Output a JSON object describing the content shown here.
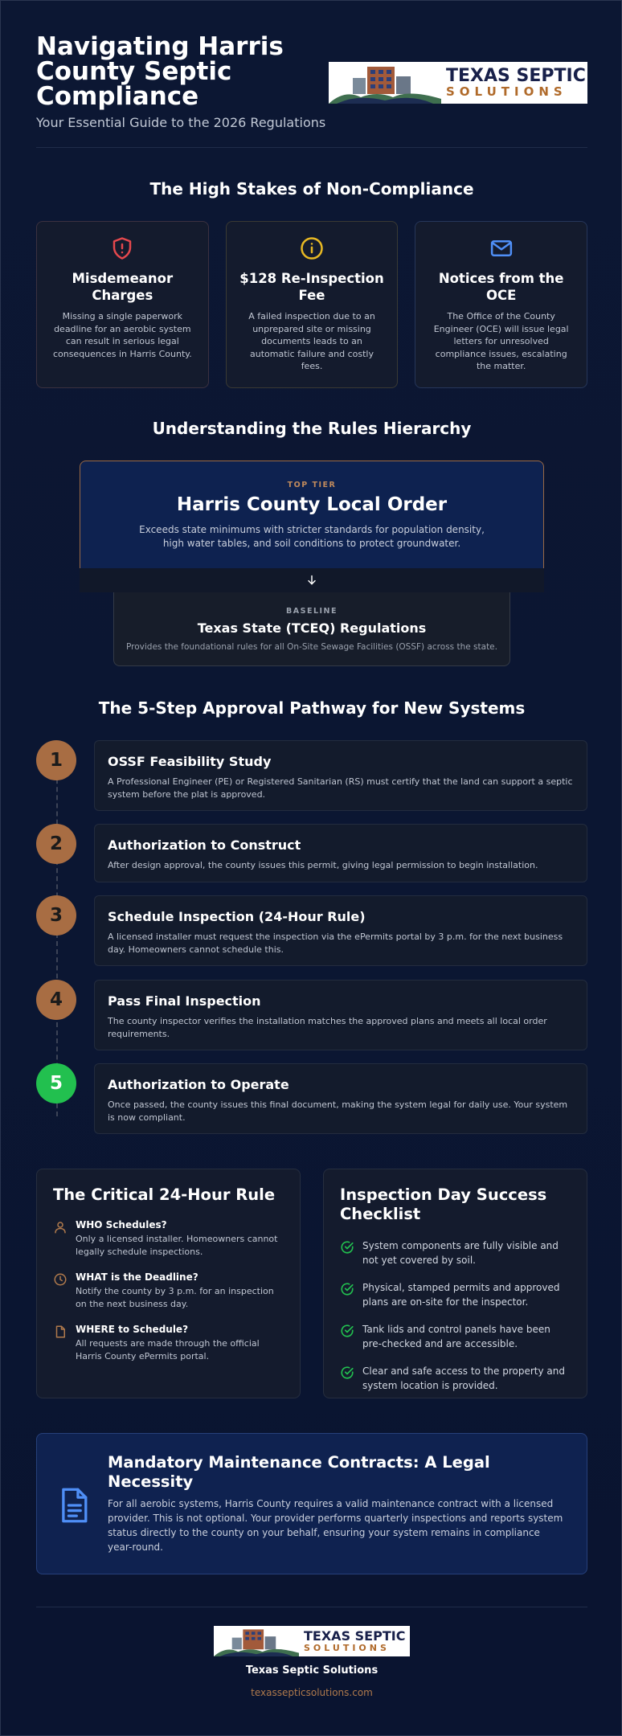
{
  "header": {
    "title": "Navigating Harris County Septic Compliance",
    "subtitle": "Your Essential Guide to the 2026 Regulations",
    "logo_line1": "TEXAS SEPTIC",
    "logo_line2": "SOLUTIONS"
  },
  "stakes": {
    "title": "The High Stakes of Non-Compliance",
    "cards": [
      {
        "icon": "alert-shield-icon",
        "heading": "Misdemeanor Charges",
        "text": "Missing a single paperwork deadline for an aerobic system can result in serious legal consequences in Harris County."
      },
      {
        "icon": "info-icon",
        "heading": "$128 Re-Inspection Fee",
        "text": "A failed inspection due to an unprepared site or missing documents leads to an automatic failure and costly fees."
      },
      {
        "icon": "mail-icon",
        "heading": "Notices from the OCE",
        "text": "The Office of the County Engineer (OCE) will issue legal letters for unresolved compliance issues, escalating the matter."
      }
    ]
  },
  "hierarchy": {
    "title": "Understanding the Rules Hierarchy",
    "top": {
      "label": "TOP TIER",
      "heading": "Harris County Local Order",
      "text": "Exceeds state minimums with stricter standards for population density, high water tables, and soil conditions to protect groundwater."
    },
    "base": {
      "label": "BASELINE",
      "heading": "Texas State (TCEQ) Regulations",
      "text": "Provides the foundational rules for all On-Site Sewage Facilities (OSSF) across the state."
    }
  },
  "steps": {
    "title": "The 5-Step Approval Pathway for New Systems",
    "items": [
      {
        "num": "1",
        "heading": "OSSF Feasibility Study",
        "text": "A Professional Engineer (PE) or Registered Sanitarian (RS) must certify that the land can support a septic system before the plat is approved."
      },
      {
        "num": "2",
        "heading": "Authorization to Construct",
        "text": "After design approval, the county issues this permit, giving legal permission to begin installation."
      },
      {
        "num": "3",
        "heading": "Schedule Inspection (24-Hour Rule)",
        "text": "A licensed installer must request the inspection via the ePermits portal by 3 p.m. for the next business day. Homeowners cannot schedule this."
      },
      {
        "num": "4",
        "heading": "Pass Final Inspection",
        "text": "The county inspector verifies the installation matches the approved plans and meets all local order requirements."
      },
      {
        "num": "5",
        "heading": "Authorization to Operate",
        "text": "Once passed, the county issues this final document, making the system legal for daily use. Your system is now compliant."
      }
    ]
  },
  "rule24": {
    "title": "The Critical 24-Hour Rule",
    "items": [
      {
        "icon": "person-icon",
        "heading": "WHO Schedules?",
        "text": "Only a licensed installer. Homeowners cannot legally schedule inspections."
      },
      {
        "icon": "clock-icon",
        "heading": "WHAT is the Deadline?",
        "text": "Notify the county by 3 p.m. for an inspection on the next business day."
      },
      {
        "icon": "document-icon",
        "heading": "WHERE to Schedule?",
        "text": "All requests are made through the official Harris County ePermits portal."
      }
    ]
  },
  "checklist": {
    "title": "Inspection Day Success Checklist",
    "items": [
      "System components are fully visible and not yet covered by soil.",
      "Physical, stamped permits and approved plans are on-site for the inspector.",
      "Tank lids and control panels have been pre-checked and are accessible.",
      "Clear and safe access to the property and system location is provided."
    ]
  },
  "maintenance": {
    "title": "Mandatory Maintenance Contracts: A Legal Necessity",
    "text": "For all aerobic systems, Harris County requires a valid maintenance contract with a licensed provider. This is not optional. Your provider performs quarterly inspections and reports system status directly to the county on your behalf, ensuring your system remains in compliance year-round."
  },
  "footer": {
    "name": "Texas Septic Solutions",
    "url": "texassepticsolutions.com"
  },
  "colors": {
    "background": "#0b1632",
    "accent_copper": "#a86d43",
    "success_green": "#22c04f",
    "alert_red": "#e5484d",
    "warning_yellow": "#e8b923",
    "info_blue": "#4f8ff7"
  }
}
